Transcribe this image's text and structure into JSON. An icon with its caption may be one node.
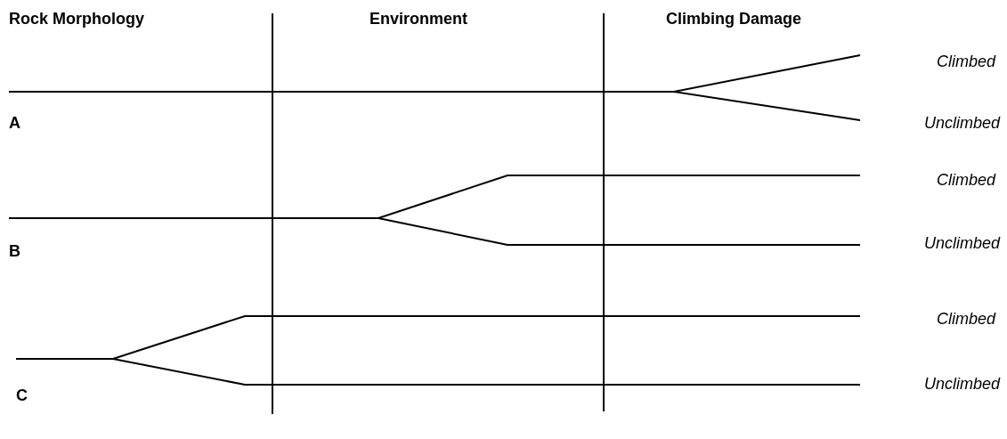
{
  "diagram": {
    "nodes": [
      {
        "text": [
          "Climbed"
        ]
      },
      {
        "text": [
          "A"
        ]
      },
      {
        "text": [
          "Unclimbed"
        ]
      },
      {
        "text": [
          "Climbed"
        ]
      },
      {
        "text": [
          "B"
        ]
      },
      {
        "text": [
          "Unclimbed"
        ]
      },
      {
        "text": [
          "Climbed"
        ]
      },
      {
        "text": [
          "Unclimbed"
        ]
      },
      {
        "text": [
          "C"
        ]
      }
    ],
    "edges": [
      {
        "from": 1,
        "to": 0,
        "arrow": "none"
      },
      {
        "from": 1,
        "to": 2,
        "arrow": "none"
      },
      {
        "from": 4,
        "to": 3,
        "arrow": "none"
      },
      {
        "from": 4,
        "to": 5,
        "arrow": "none"
      },
      {
        "from": 8,
        "to": 6,
        "arrow": "none"
      },
      {
        "from": 8,
        "to": 7,
        "arrow": "none"
      }
    ],
    "labels": [
      "Rock Morphology",
      "Environment",
      "Climbing Damage"
    ]
  }
}
